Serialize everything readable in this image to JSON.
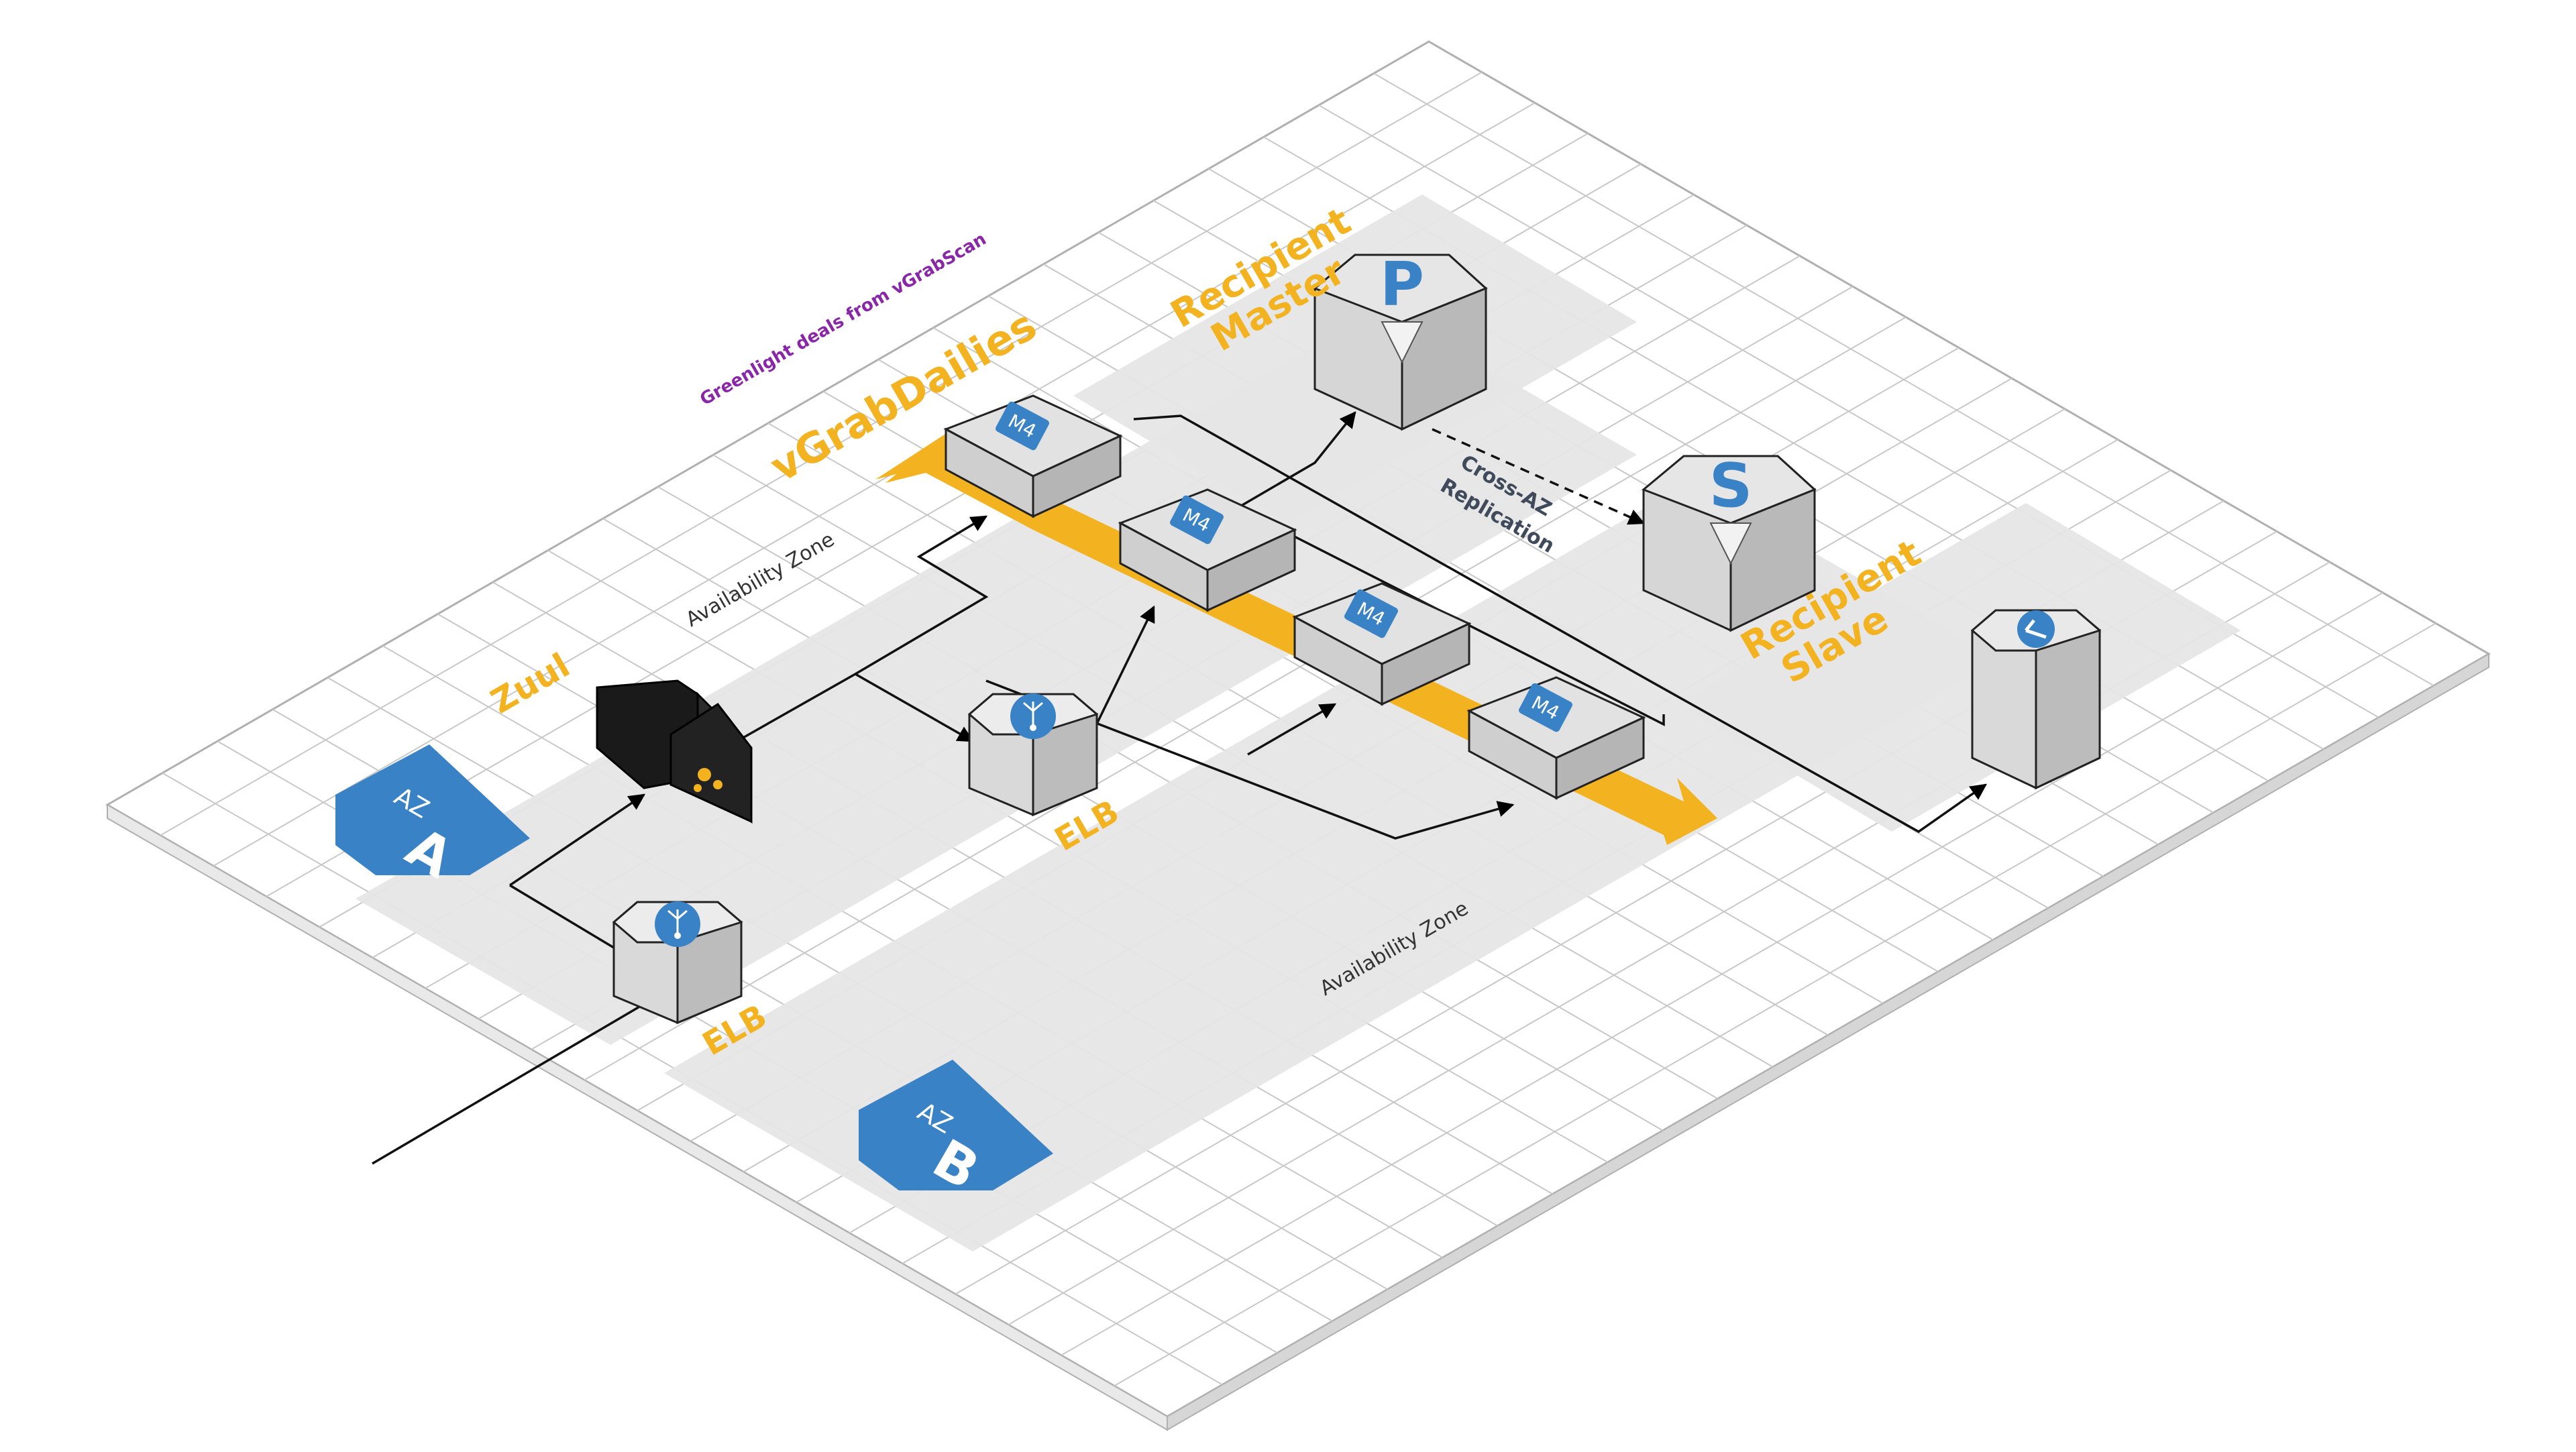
{
  "labels": {
    "greenlight": "Greenlight deals from vGrabScan",
    "vgrab": "vGrabDailies",
    "recipient_master_line1": "Recipient",
    "recipient_master_line2": "Master",
    "recipient_slave_line1": "Recipient",
    "recipient_slave_line2": "Slave",
    "cross_az_line1": "Cross-AZ",
    "cross_az_line2": "Replication",
    "zuul": "Zuul",
    "elb_top": "ELB",
    "elb_bottom": "ELB",
    "availability_zone_top": "Availability Zone",
    "availability_zone_bottom": "Availability Zone",
    "az_a_small": "AZ",
    "az_a_big": "A",
    "az_b_small": "AZ",
    "az_b_big": "B",
    "m4_1": "M4",
    "m4_2": "M4",
    "m4_3": "M4",
    "m4_4": "M4",
    "rds_master_letter": "P",
    "rds_slave_letter": "S"
  },
  "icons": {
    "zuul": "api-gateway-cube-icon",
    "elb": "load-balancer-icon",
    "rds": "database-icon",
    "cache": "cache-cylinder-icon"
  },
  "colors": {
    "accent_orange": "#f3b320",
    "az_blue": "#3a82c6",
    "label_purple": "#8a26a8",
    "grid_line": "#c8c8c8",
    "zone_fill": "#e6e6e6"
  }
}
